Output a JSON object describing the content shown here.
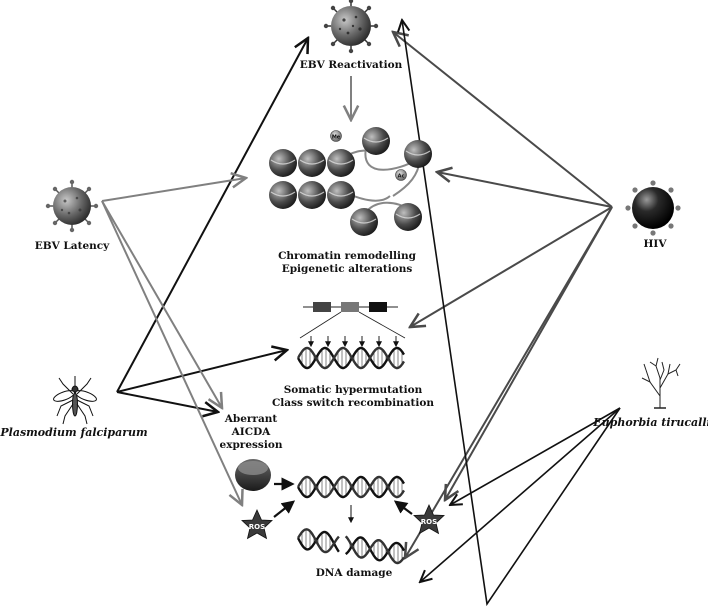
{
  "labels": {
    "ebv_reactivation": "EBV Reactivation",
    "ebv_latency": "EBV Latency",
    "hiv": "HIV",
    "chromatin_1": "Chromatin remodelling",
    "chromatin_2": "Epigenetic alterations",
    "somatic_1": "Somatic hypermutation",
    "somatic_2": "Class switch recombination",
    "plasmodium": "Plasmodium falciparum",
    "euphorbia": "Euphorbia tirucalli",
    "aicda_1": "Aberrant",
    "aicda_2": "AICDA",
    "aicda_3": "expression",
    "dna_damage": "DNA damage",
    "ros_left": "ROS",
    "ros_right": "ROS",
    "me": "Me",
    "ac": "Ac"
  },
  "colors": {
    "black_arrow": "#111111",
    "gray_arrow": "#808080",
    "dark_gray_arrow": "#4a4a4a"
  }
}
